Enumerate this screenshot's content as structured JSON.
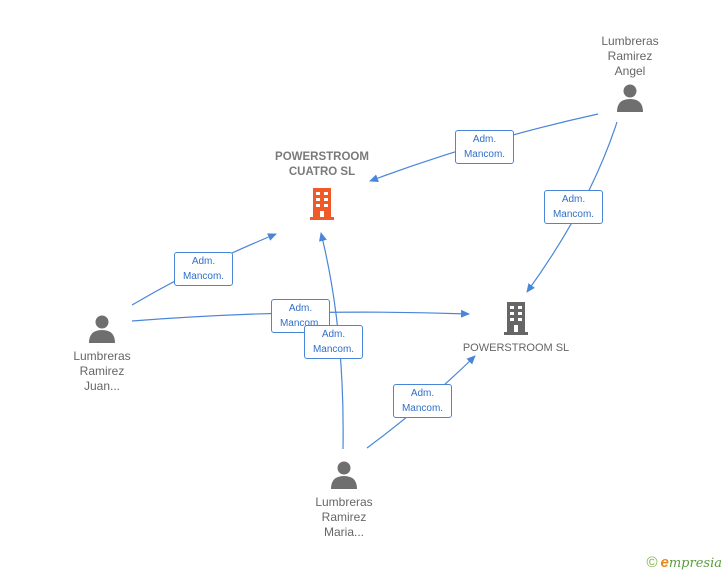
{
  "nodes": {
    "powerstroom_cuatro": {
      "label": "POWERSTROOM CUATRO SL",
      "type": "company",
      "icon": "building-icon",
      "color": "#f05a28"
    },
    "powerstroom": {
      "label": "POWERSTROOM SL",
      "type": "company",
      "icon": "building-icon",
      "color": "#666666"
    },
    "angel": {
      "label_lines": [
        "Lumbreras",
        "Ramirez",
        "Angel"
      ],
      "type": "person",
      "icon": "person-icon"
    },
    "juan": {
      "label_lines": [
        "Lumbreras",
        "Ramirez",
        "Juan..."
      ],
      "type": "person",
      "icon": "person-icon"
    },
    "maria": {
      "label_lines": [
        "Lumbreras",
        "Ramirez",
        "Maria..."
      ],
      "type": "person",
      "icon": "person-icon"
    }
  },
  "edges": [
    {
      "from": "angel",
      "to": "powerstroom_cuatro",
      "label": [
        "Adm.",
        "Mancom."
      ]
    },
    {
      "from": "angel",
      "to": "powerstroom",
      "label": [
        "Adm.",
        "Mancom."
      ]
    },
    {
      "from": "juan",
      "to": "powerstroom_cuatro",
      "label": [
        "Adm.",
        "Mancom."
      ]
    },
    {
      "from": "juan",
      "to": "powerstroom",
      "label": [
        "Adm.",
        "Mancom."
      ]
    },
    {
      "from": "maria",
      "to": "powerstroom_cuatro",
      "label": [
        "Adm.",
        "Mancom."
      ]
    },
    {
      "from": "maria",
      "to": "powerstroom",
      "label": [
        "Adm.",
        "Mancom."
      ]
    }
  ],
  "colors": {
    "edge": "#4a86d8",
    "person": "#6f6f6f",
    "highlight_company": "#f05a28",
    "company": "#666666"
  },
  "brand": {
    "copyright_symbol": "©",
    "initial": "e",
    "name_rest": "mpresia"
  }
}
